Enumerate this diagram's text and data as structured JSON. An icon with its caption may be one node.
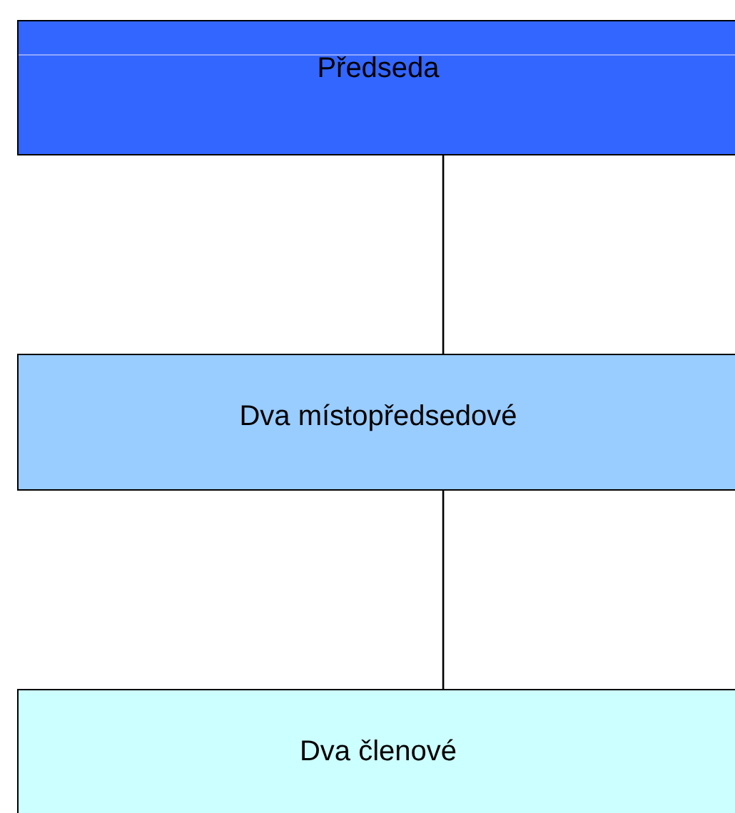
{
  "diagram": {
    "nodes": [
      {
        "text": [
          "Předseda"
        ]
      },
      {
        "text": [
          "Dva místopředsedové"
        ]
      },
      {
        "text": [
          "Dva členové"
        ]
      }
    ],
    "edges": [
      {
        "from": 0,
        "to": 1,
        "arrow": "none"
      },
      {
        "from": 1,
        "to": 2,
        "arrow": "none"
      }
    ]
  }
}
